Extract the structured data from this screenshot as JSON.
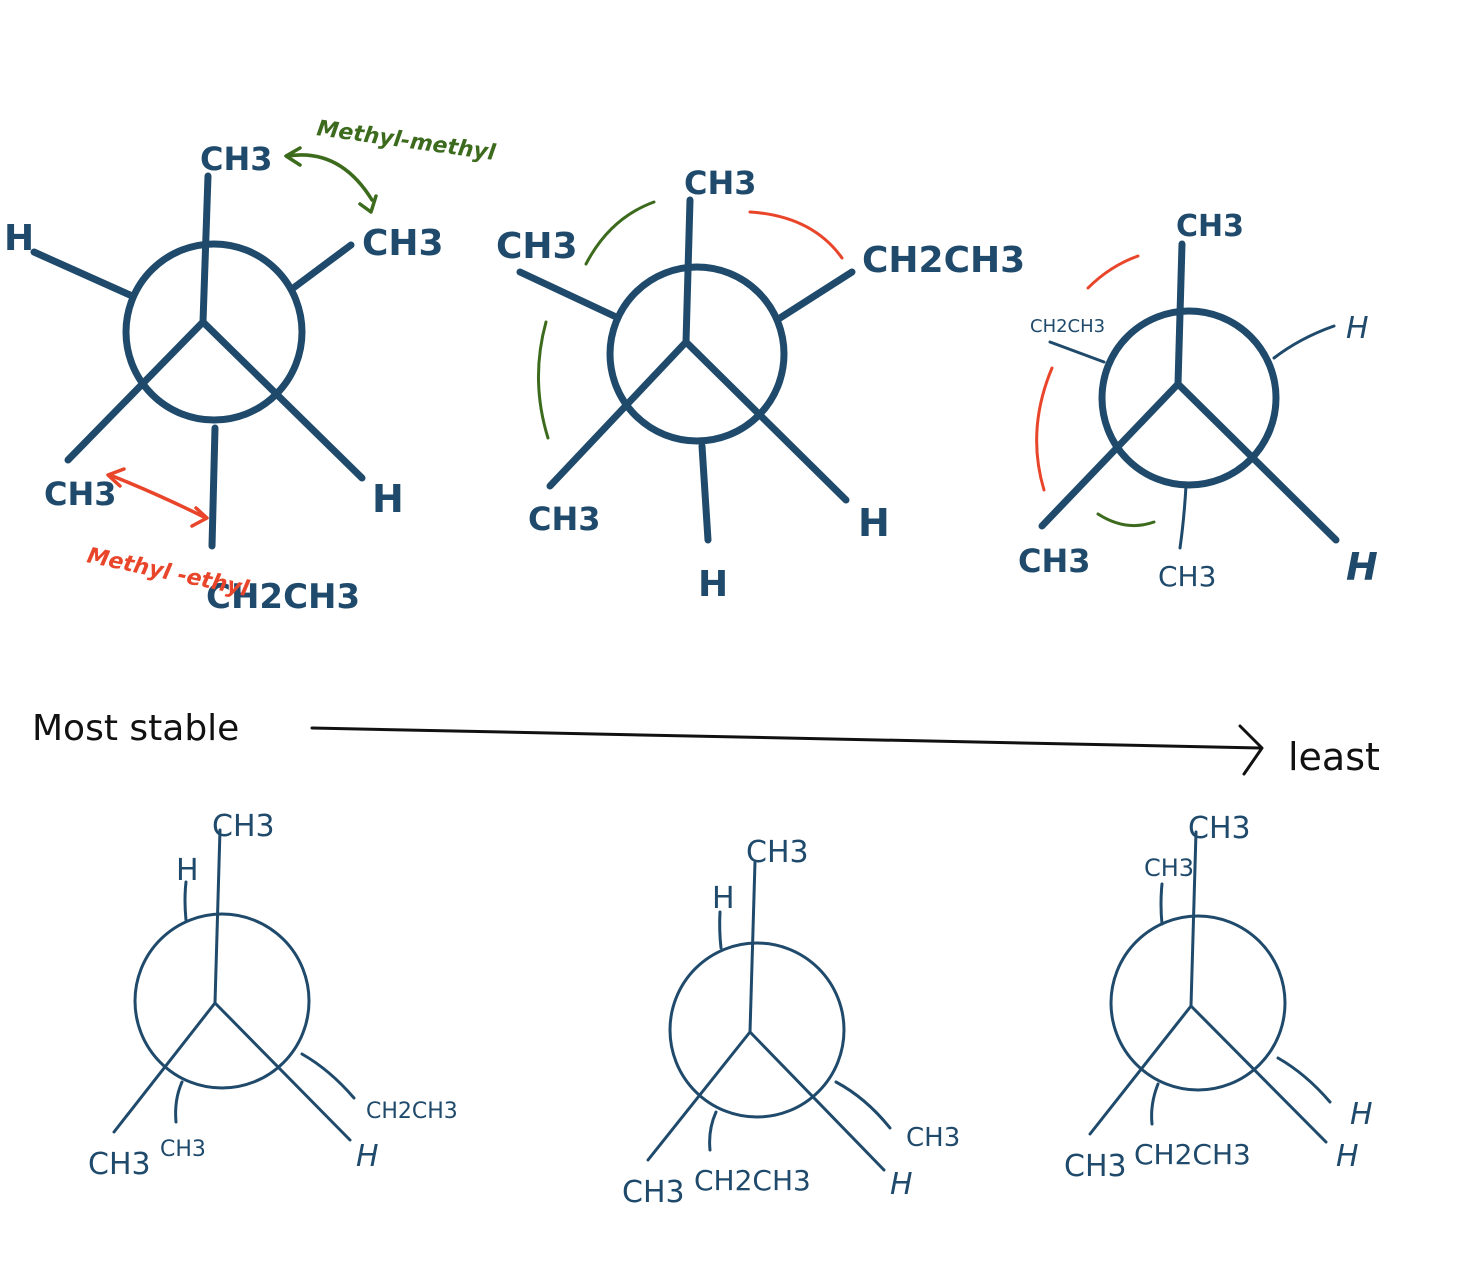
{
  "colors": {
    "ink": "#1f4a6b",
    "red": "#e8452a",
    "green": "#3d6b1e",
    "black": "#111111"
  },
  "top_row": {
    "newman_1": {
      "front_top": "CH3",
      "front_bottom_left": "CH3",
      "front_bottom_right": "H",
      "back_top_left": "H",
      "back_top_right": "CH3",
      "back_bottom": "CH2CH3",
      "annotation_green": "Methyl-methyl",
      "annotation_red": "Methyl -ethyl"
    },
    "newman_2": {
      "front_top": "CH3",
      "front_bottom_left": "CH3",
      "front_bottom_right": "H",
      "back_top_left": "CH3",
      "back_top_right": "CH2CH3",
      "back_bottom": "H"
    },
    "newman_3": {
      "front_top": "CH3",
      "front_bottom_left": "CH3",
      "front_bottom_right": "H",
      "back_top_left": "CH2CH3",
      "back_top_right": "H",
      "back_bottom": "CH3"
    }
  },
  "stability": {
    "most_label": "Most stable",
    "least_label": "least"
  },
  "bottom_row": {
    "newman_4": {
      "front_top": "CH3",
      "front_bottom_left": "CH3",
      "front_bottom_right": "H",
      "back_top": "H",
      "back_bottom_left": "CH3",
      "back_bottom_right": "CH2CH3"
    },
    "newman_5": {
      "front_top": "CH3",
      "front_bottom_left": "CH3",
      "front_bottom_right": "H",
      "back_top": "H",
      "back_bottom_left": "CH2CH3",
      "back_bottom_right": "CH3"
    },
    "newman_6": {
      "front_top": "CH3",
      "front_bottom_left": "CH3",
      "front_bottom_right": "H",
      "back_top": "CH3",
      "back_bottom_left": "CH2CH3",
      "back_bottom_right": "H"
    }
  }
}
